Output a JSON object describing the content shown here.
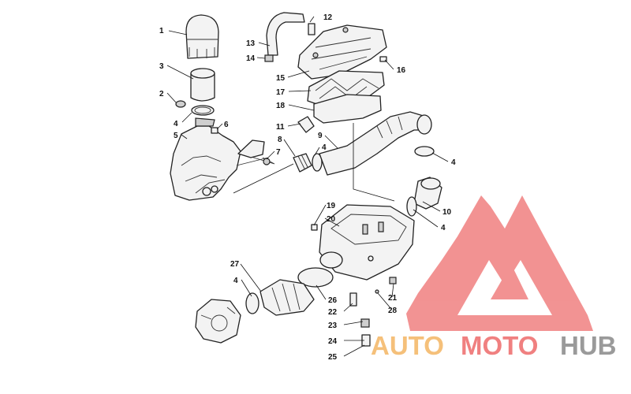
{
  "callouts": [
    {
      "id": "c1",
      "label": "1"
    },
    {
      "id": "c3",
      "label": "3"
    },
    {
      "id": "c2",
      "label": "2"
    },
    {
      "id": "c4a",
      "label": "4"
    },
    {
      "id": "c6",
      "label": "6"
    },
    {
      "id": "c5",
      "label": "5"
    },
    {
      "id": "c7",
      "label": "7"
    },
    {
      "id": "c8",
      "label": "8"
    },
    {
      "id": "c4b",
      "label": "4"
    },
    {
      "id": "c9",
      "label": "9"
    },
    {
      "id": "c11",
      "label": "11"
    },
    {
      "id": "c12",
      "label": "12"
    },
    {
      "id": "c13",
      "label": "13"
    },
    {
      "id": "c14",
      "label": "14"
    },
    {
      "id": "c15",
      "label": "15"
    },
    {
      "id": "c16",
      "label": "16"
    },
    {
      "id": "c17",
      "label": "17"
    },
    {
      "id": "c18",
      "label": "18"
    },
    {
      "id": "c4c",
      "label": "4"
    },
    {
      "id": "c10",
      "label": "10"
    },
    {
      "id": "c4d",
      "label": "4"
    },
    {
      "id": "c19",
      "label": "19"
    },
    {
      "id": "c20",
      "label": "20"
    },
    {
      "id": "c27",
      "label": "27"
    },
    {
      "id": "c4e",
      "label": "4"
    },
    {
      "id": "c26",
      "label": "26"
    },
    {
      "id": "c22",
      "label": "22"
    },
    {
      "id": "c23",
      "label": "23"
    },
    {
      "id": "c24",
      "label": "24"
    },
    {
      "id": "c25",
      "label": "25"
    },
    {
      "id": "c21",
      "label": "21"
    },
    {
      "id": "c28",
      "label": "28"
    }
  ],
  "watermark": {
    "word_auto": "AUTO",
    "word_moto": "MOTO",
    "word_hub": "HUB",
    "color_triangle": "#f08080",
    "color_auto": "#f5c07a",
    "color_moto": "#f08080",
    "color_hub": "#9a9a9a"
  }
}
